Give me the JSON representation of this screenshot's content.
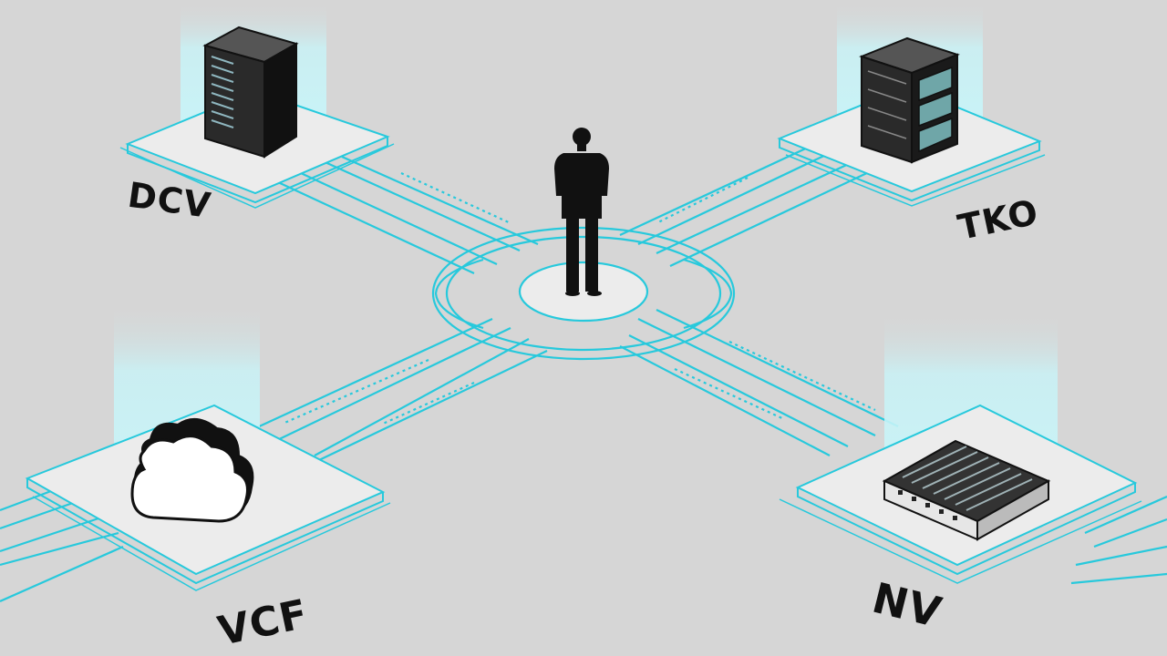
{
  "colors": {
    "background": "#d6d6d6",
    "line": "#27c9dc",
    "platform": "#ededed",
    "glow": "#c8f4f8",
    "ink": "#111111"
  },
  "nodes": [
    {
      "key": "dcv",
      "label": "DCV",
      "icon": "tower-server-icon"
    },
    {
      "key": "tko",
      "label": "TKO",
      "icon": "rack-server-icon"
    },
    {
      "key": "vcf",
      "label": "VCF",
      "icon": "cloud-icon"
    },
    {
      "key": "nv",
      "label": "NV",
      "icon": "rack-switch-icon"
    }
  ],
  "center": {
    "icon": "standing-person-icon"
  }
}
